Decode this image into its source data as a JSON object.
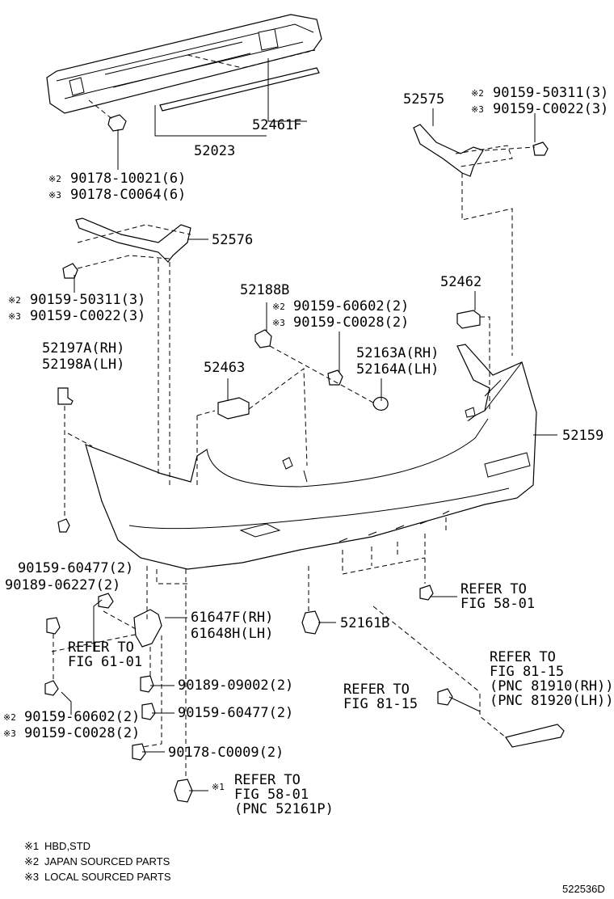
{
  "diagram_id": "522536D",
  "marks": {
    "m1": "※1",
    "m2": "※2",
    "m3": "※3"
  },
  "labels": {
    "p52461F": "52461F",
    "p52023": "52023",
    "p90178_10021": "90178-10021(6)",
    "p90178_C0064": "90178-C0064(6)",
    "p52575": "52575",
    "p90159_50311_top": "90159-50311(3)",
    "p90159_C0022_top": "90159-C0022(3)",
    "p52576": "52576",
    "p90159_50311_mid": "90159-50311(3)",
    "p90159_C0022_mid": "90159-C0022(3)",
    "p52188B": "52188B",
    "p90159_60602_mid": "90159-60602(2)",
    "p90159_C0028_mid": "90159-C0028(2)",
    "p52462": "52462",
    "p52197A": "52197A(RH)",
    "p52198A": "52198A(LH)",
    "p52463": "52463",
    "p52163A": "52163A(RH)",
    "p52164A": "52164A(LH)",
    "p52159": "52159",
    "p90159_60477_left": "90159-60477(2)",
    "p90189_06227": "90189-06227(2)",
    "p61647F": "61647F(RH)",
    "p61648H": "61648H(LH)",
    "p52161B": "52161B",
    "refer_to": "REFER TO",
    "fig_58_01": "FIG 58-01",
    "fig_61_01": "FIG 61-01",
    "fig_81_15": "FIG 81-15",
    "pnc_81910": "(PNC 81910(RH))",
    "pnc_81920": "(PNC 81920(LH))",
    "p90189_09002": "90189-09002(2)",
    "p90159_60477_low": "90159-60477(2)",
    "p90159_60602_low": "90159-60602(2)",
    "p90159_C0028_low": "90159-C0028(2)",
    "p90178_C0009": "90178-C0009(2)",
    "pnc_52161P": "(PNC 52161P)"
  },
  "legend": [
    {
      "mark": "※1",
      "text": "HBD,STD"
    },
    {
      "mark": "※2",
      "text": "JAPAN SOURCED PARTS"
    },
    {
      "mark": "※3",
      "text": "LOCAL SOURCED PARTS"
    }
  ]
}
